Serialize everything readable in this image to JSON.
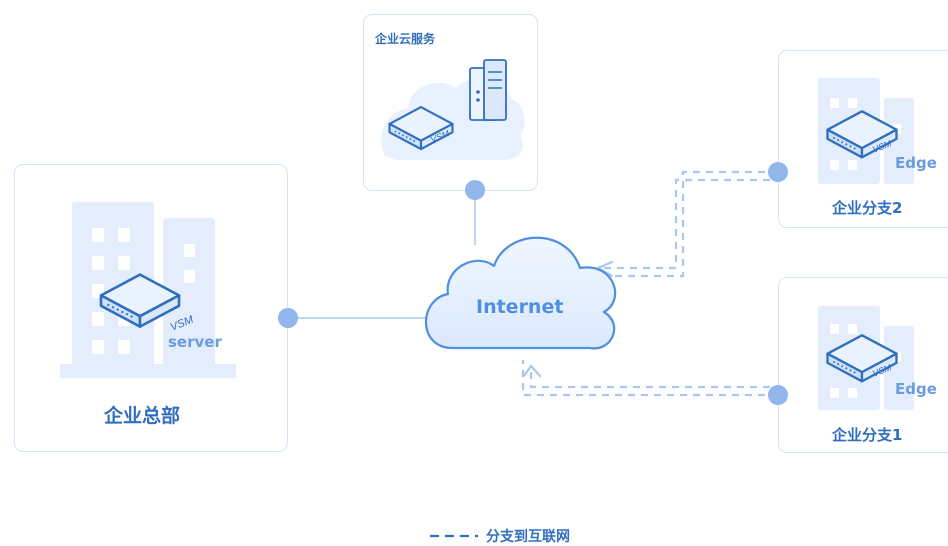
{
  "nodes": {
    "hq": {
      "label": "企业总部",
      "device": "VSM",
      "role": "server"
    },
    "cloud_service": {
      "label": "企业云服务",
      "device": "VSM"
    },
    "branch2": {
      "label": "企业分支2",
      "device": "VSM",
      "role": "Edge"
    },
    "branch1": {
      "label": "企业分支1",
      "device": "VSM",
      "role": "Edge"
    },
    "internet": {
      "label": "Internet"
    }
  },
  "legend": {
    "dashed": "分支到互联网"
  },
  "colors": {
    "accent": "#2f6fbd",
    "line": "#a9c7ef",
    "dot": "#91b6ec",
    "building": "#e3edfb",
    "cloud_fill": "#e7f1ff",
    "cloud_stroke": "#4f8fe0"
  }
}
